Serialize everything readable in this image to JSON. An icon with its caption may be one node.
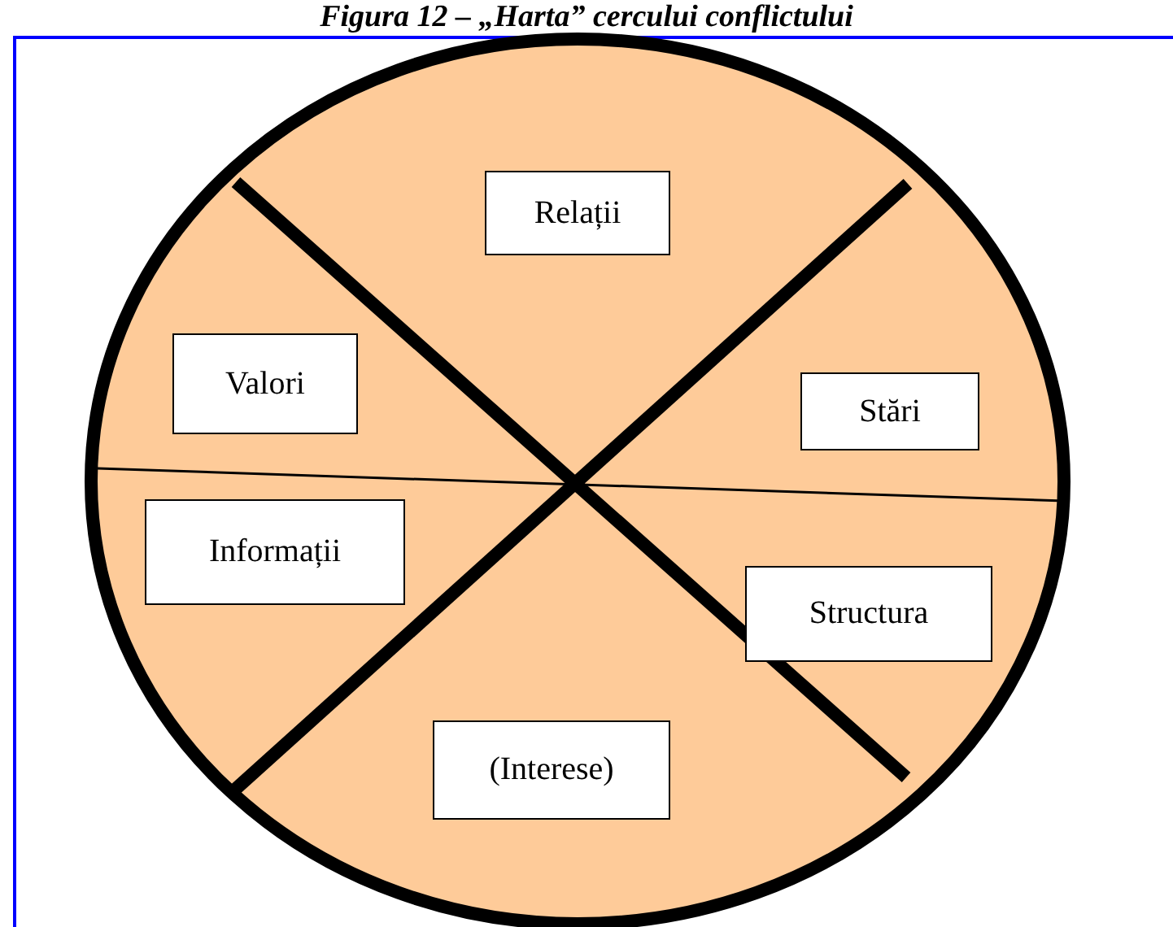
{
  "diagram": {
    "title": "Figura 12 – „Harta” cercului conflictului",
    "nodes": [
      {
        "text": [
          "Relații"
        ]
      },
      {
        "text": [
          "Valori"
        ]
      },
      {
        "text": [
          "Stări"
        ]
      },
      {
        "text": [
          "Informații"
        ]
      },
      {
        "text": [
          "Structura"
        ]
      },
      {
        "text": [
          "(Interese)"
        ]
      }
    ],
    "edges": []
  }
}
